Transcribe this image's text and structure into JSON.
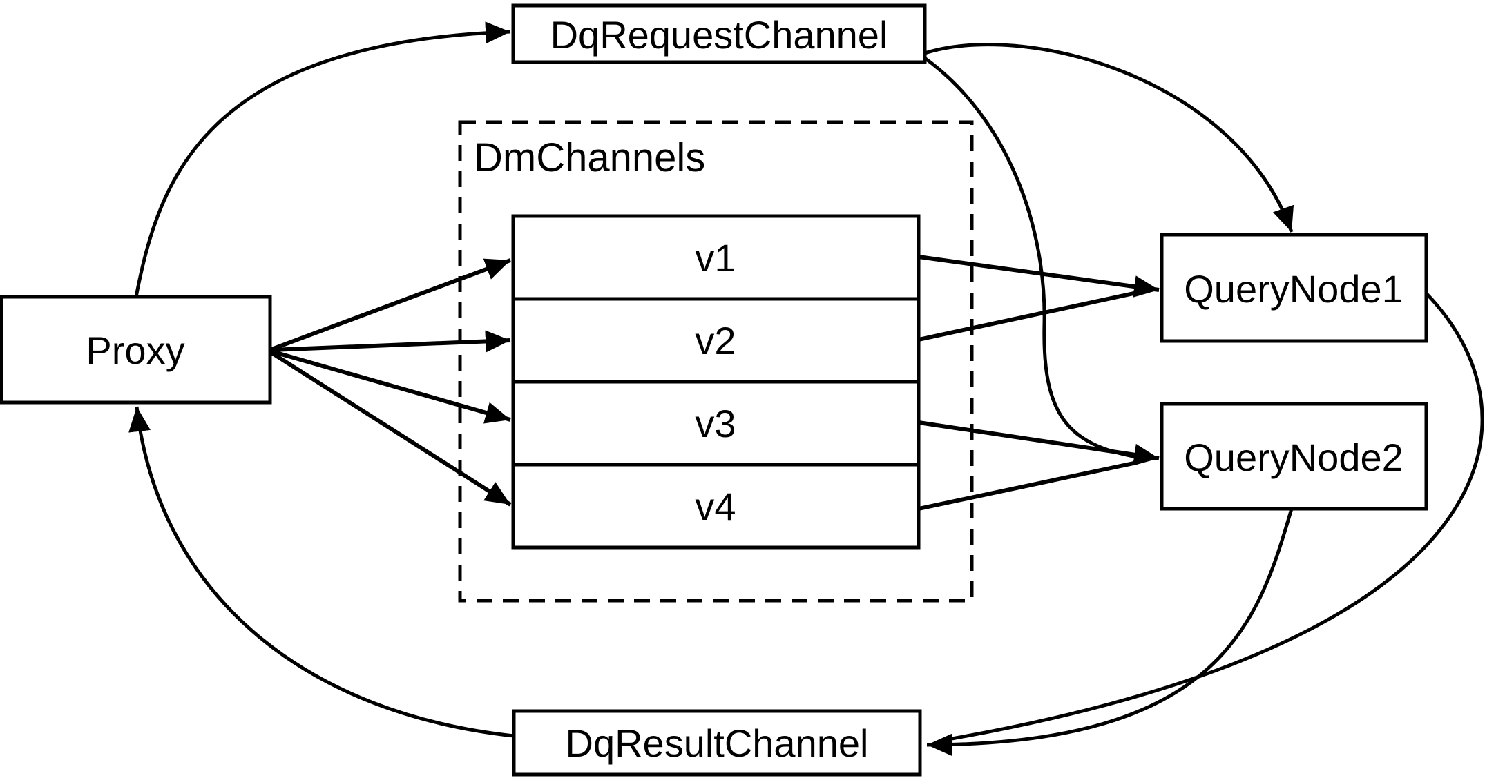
{
  "diagram": {
    "background_color": "#ffffff",
    "line_color": "#000000",
    "nodes": {
      "proxy": {
        "label": "Proxy"
      },
      "dq_request_channel": {
        "label": "DqRequestChannel"
      },
      "dm_channels": {
        "label": "DmChannels",
        "channels": [
          {
            "label": "v1"
          },
          {
            "label": "v2"
          },
          {
            "label": "v3"
          },
          {
            "label": "v4"
          }
        ]
      },
      "query_node_1": {
        "label": "QueryNode1"
      },
      "query_node_2": {
        "label": "QueryNode2"
      },
      "dq_result_channel": {
        "label": "DqResultChannel"
      }
    },
    "edges": [
      {
        "from": "Proxy",
        "to": "DqRequestChannel"
      },
      {
        "from": "Proxy",
        "to": "v1"
      },
      {
        "from": "Proxy",
        "to": "v2"
      },
      {
        "from": "Proxy",
        "to": "v3"
      },
      {
        "from": "Proxy",
        "to": "v4"
      },
      {
        "from": "v1",
        "to": "QueryNode1"
      },
      {
        "from": "v2",
        "to": "QueryNode1"
      },
      {
        "from": "v3",
        "to": "QueryNode2"
      },
      {
        "from": "v4",
        "to": "QueryNode2"
      },
      {
        "from": "DqRequestChannel",
        "to": "QueryNode1"
      },
      {
        "from": "DqRequestChannel",
        "to": "QueryNode2"
      },
      {
        "from": "QueryNode1",
        "to": "DqResultChannel"
      },
      {
        "from": "QueryNode2",
        "to": "DqResultChannel"
      },
      {
        "from": "DqResultChannel",
        "to": "Proxy"
      }
    ]
  }
}
